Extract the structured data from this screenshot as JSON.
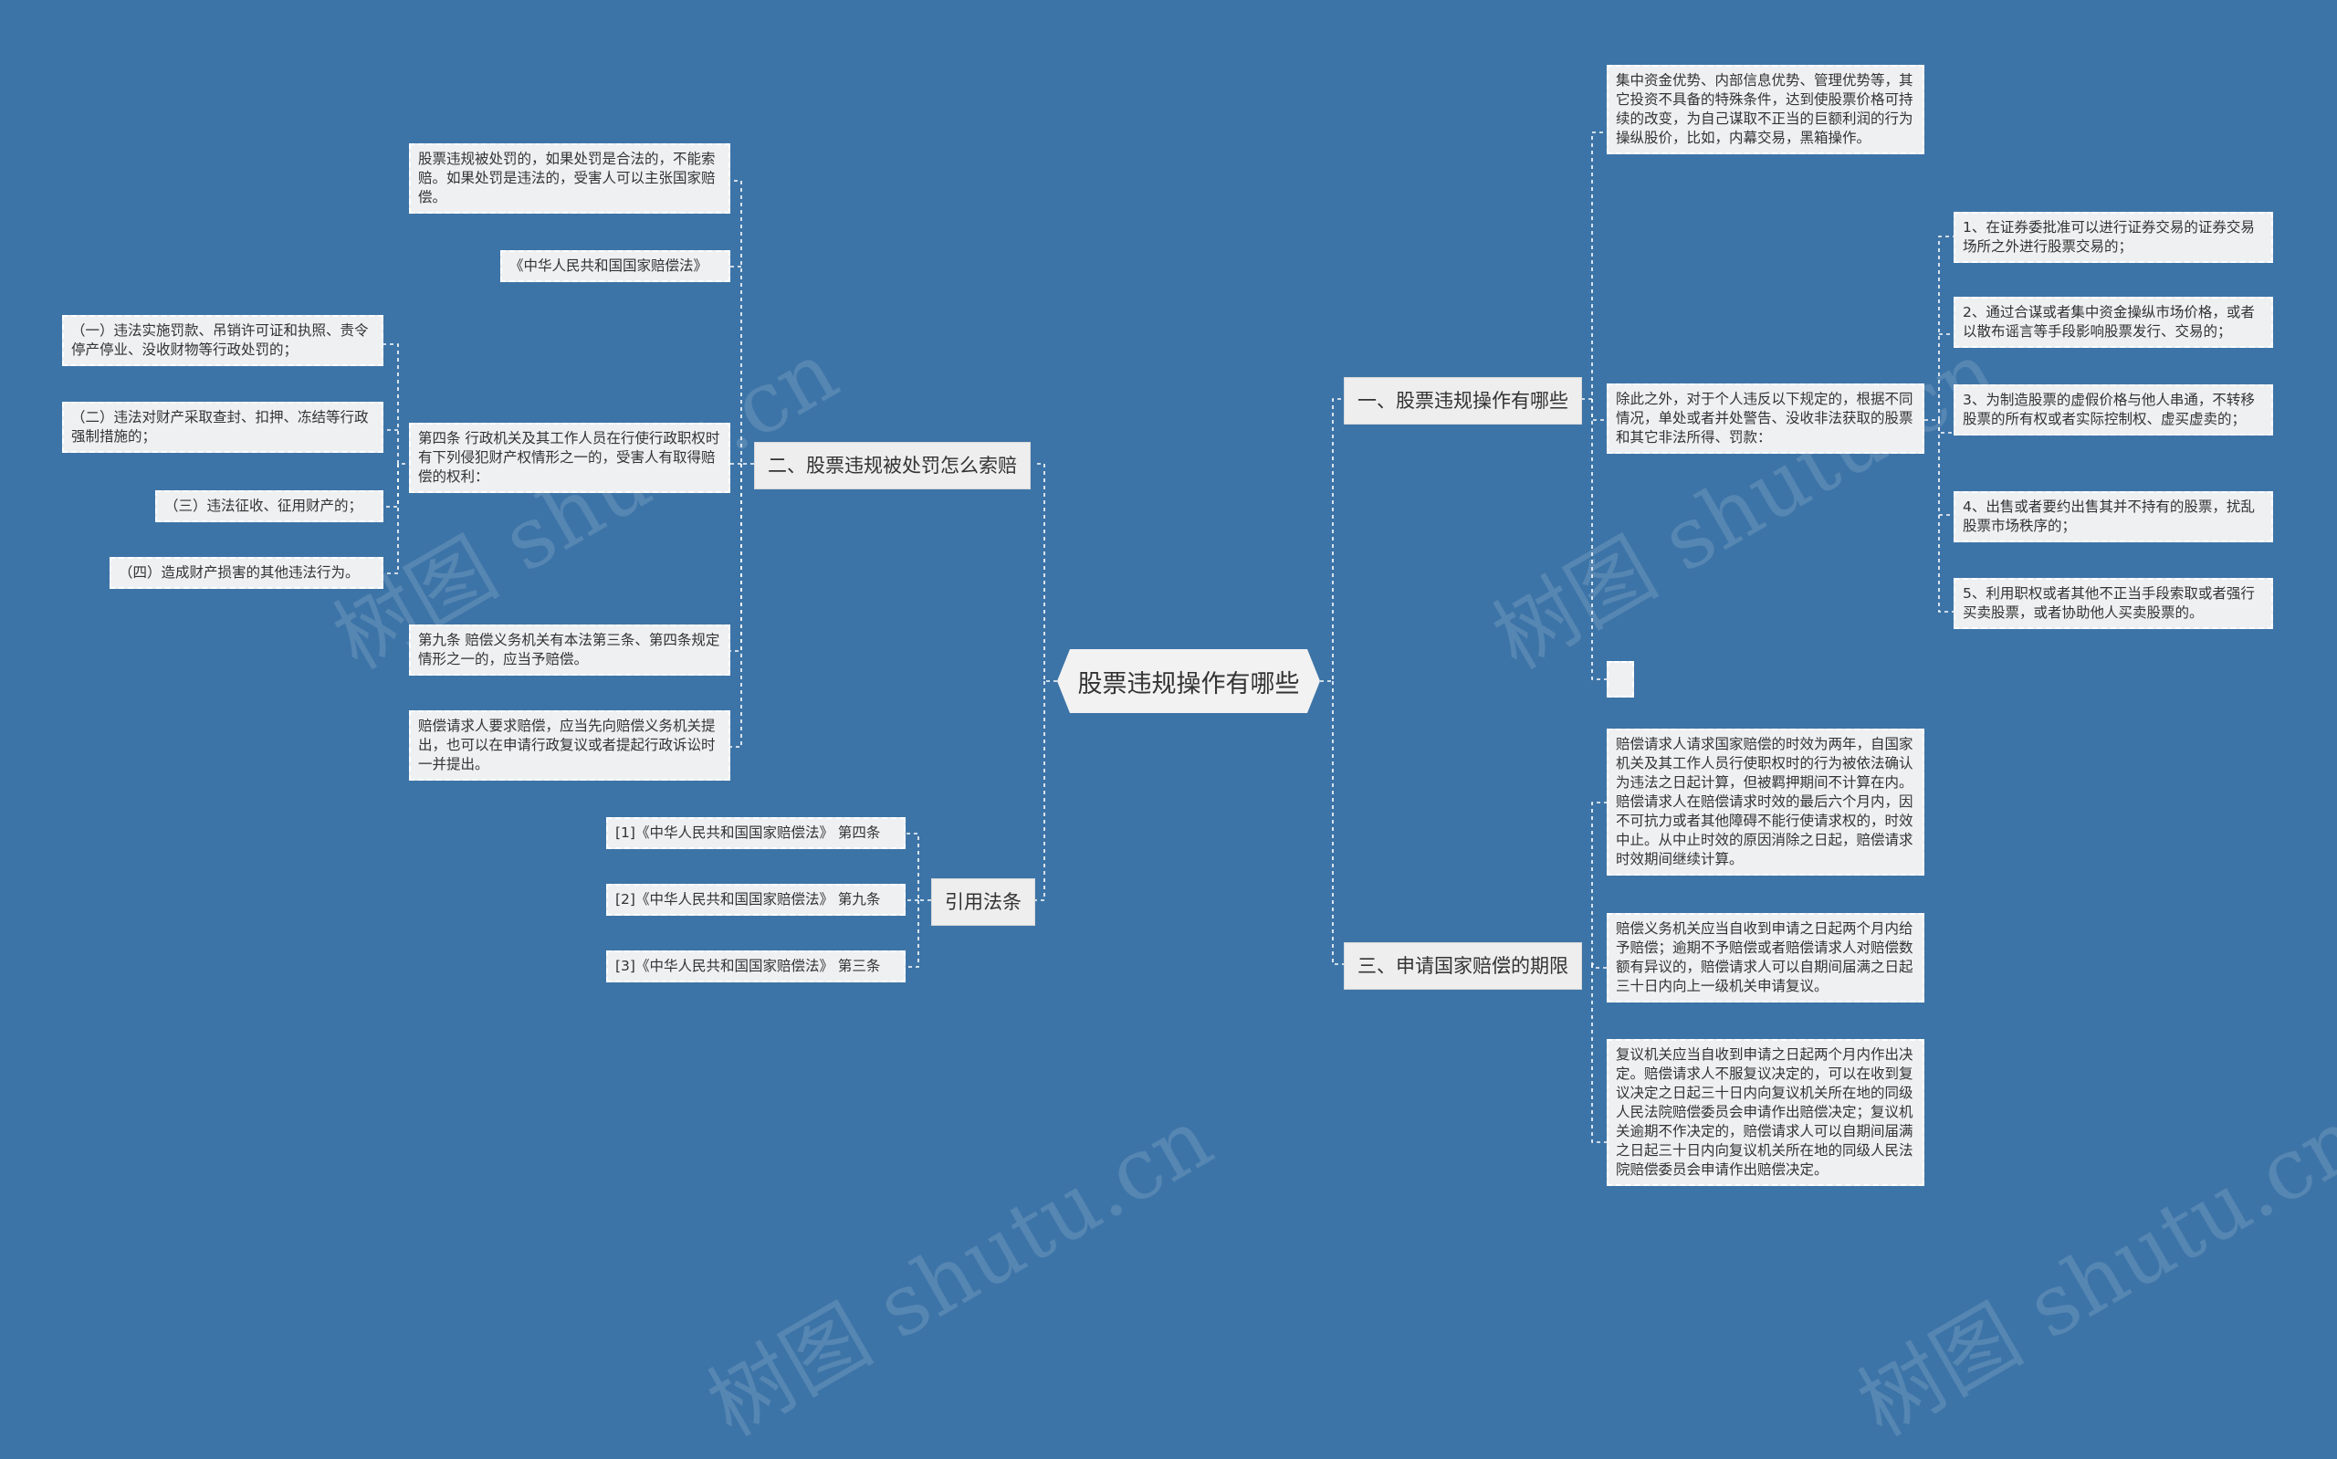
{
  "root": "股票违规操作有哪些",
  "watermark": "树图 shutu.cn",
  "right": {
    "topic1": {
      "label": "一、股票违规操作有哪些",
      "n1": "集中资金优势、内部信息优势、管理优势等，其它投资不具备的特殊条件，达到使股票价格可持续的改变，为自己谋取不正当的巨额利润的行为操纵股价，比如，内幕交易，黑箱操作。",
      "n2": "除此之外，对于个人违反以下规定的，根据不同情况，单处或者并处警告、没收非法获取的股票和其它非法所得、罚款：",
      "sub": [
        "1、在证券委批准可以进行证券交易的证券交易场所之外进行股票交易的；",
        "2、通过合谋或者集中资金操纵市场价格，或者以散布谣言等手段影响股票发行、交易的；",
        "3、为制造股票的虚假价格与他人串通，不转移股票的所有权或者实际控制权、虚买虚卖的；",
        "4、出售或者要约出售其并不持有的股票，扰乱股票市场秩序的；",
        "5、利用职权或者其他不正当手段索取或者强行买卖股票，或者协助他人买卖股票的。"
      ]
    },
    "topic3": {
      "label": "三、申请国家赔偿的期限",
      "n1": "赔偿请求人请求国家赔偿的时效为两年，自国家机关及其工作人员行使职权时的行为被依法确认为违法之日起计算，但被羁押期间不计算在内。赔偿请求人在赔偿请求时效的最后六个月内，因不可抗力或者其他障碍不能行使请求权的，时效中止。从中止时效的原因消除之日起，赔偿请求时效期间继续计算。",
      "n2": "赔偿义务机关应当自收到申请之日起两个月内给予赔偿；逾期不予赔偿或者赔偿请求人对赔偿数额有异议的，赔偿请求人可以自期间届满之日起三十日内向上一级机关申请复议。",
      "n3": "复议机关应当自收到申请之日起两个月内作出决定。赔偿请求人不服复议决定的，可以在收到复议决定之日起三十日内向复议机关所在地的同级人民法院赔偿委员会申请作出赔偿决定；复议机关逾期不作决定的，赔偿请求人可以自期间届满之日起三十日内向复议机关所在地的同级人民法院赔偿委员会申请作出赔偿决定。"
    }
  },
  "left": {
    "topic2": {
      "label": "二、股票违规被处罚怎么索赔",
      "n1": "股票违规被处罚的，如果处罚是合法的，不能索赔。如果处罚是违法的，受害人可以主张国家赔偿。",
      "n2": "《中华人民共和国国家赔偿法》",
      "n3": "第四条 行政机关及其工作人员在行使行政职权时有下列侵犯财产权情形之一的，受害人有取得赔偿的权利：",
      "sub": [
        "（一）违法实施罚款、吊销许可证和执照、责令停产停业、没收财物等行政处罚的；",
        "（二）违法对财产采取查封、扣押、冻结等行政强制措施的；",
        "（三）违法征收、征用财产的；",
        "（四）造成财产损害的其他违法行为。"
      ],
      "n4": "第九条 赔偿义务机关有本法第三条、第四条规定情形之一的，应当予赔偿。",
      "n5": "赔偿请求人要求赔偿，应当先向赔偿义务机关提出，也可以在申请行政复议或者提起行政诉讼时一并提出。"
    },
    "topic4": {
      "label": "引用法条",
      "refs": [
        "[1]《中华人民共和国国家赔偿法》 第四条",
        "[2]《中华人民共和国国家赔偿法》 第九条",
        "[3]《中华人民共和国国家赔偿法》 第三条"
      ]
    }
  }
}
